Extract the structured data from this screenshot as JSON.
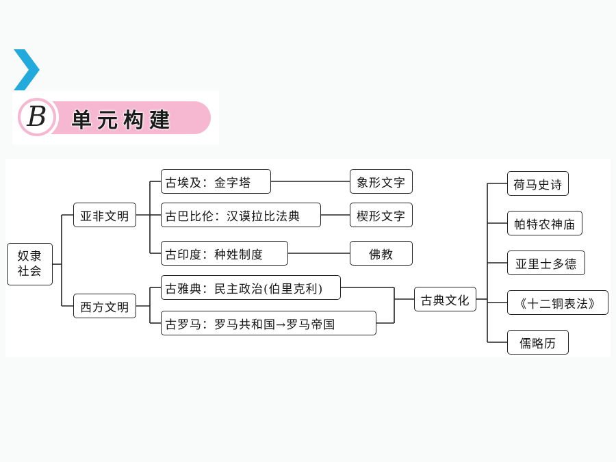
{
  "header": {
    "badge_letter": "B",
    "title": "单元构建",
    "accent_color": "#22aadd",
    "pill_color": "#f5b8d0"
  },
  "diagram": {
    "root": {
      "line1": "奴隶",
      "line2": "社会"
    },
    "branches": {
      "asia_africa": "亚非文明",
      "west": "西方文明"
    },
    "civilizations": {
      "egypt": "古埃及：金字塔",
      "babylon": "古巴比伦：汉谟拉比法典",
      "india": "古印度：种姓制度",
      "greece": "古雅典：民主政治(伯里克利)",
      "rome": "古罗马：罗马共和国→罗马帝国"
    },
    "outcomes": {
      "egypt": "象形文字",
      "babylon": "楔形文字",
      "india": "佛教"
    },
    "classical": {
      "label": "古典文化",
      "items": [
        "荷马史诗",
        "帕特农神庙",
        "亚里士多德",
        "《十二铜表法》",
        "儒略历"
      ]
    }
  }
}
